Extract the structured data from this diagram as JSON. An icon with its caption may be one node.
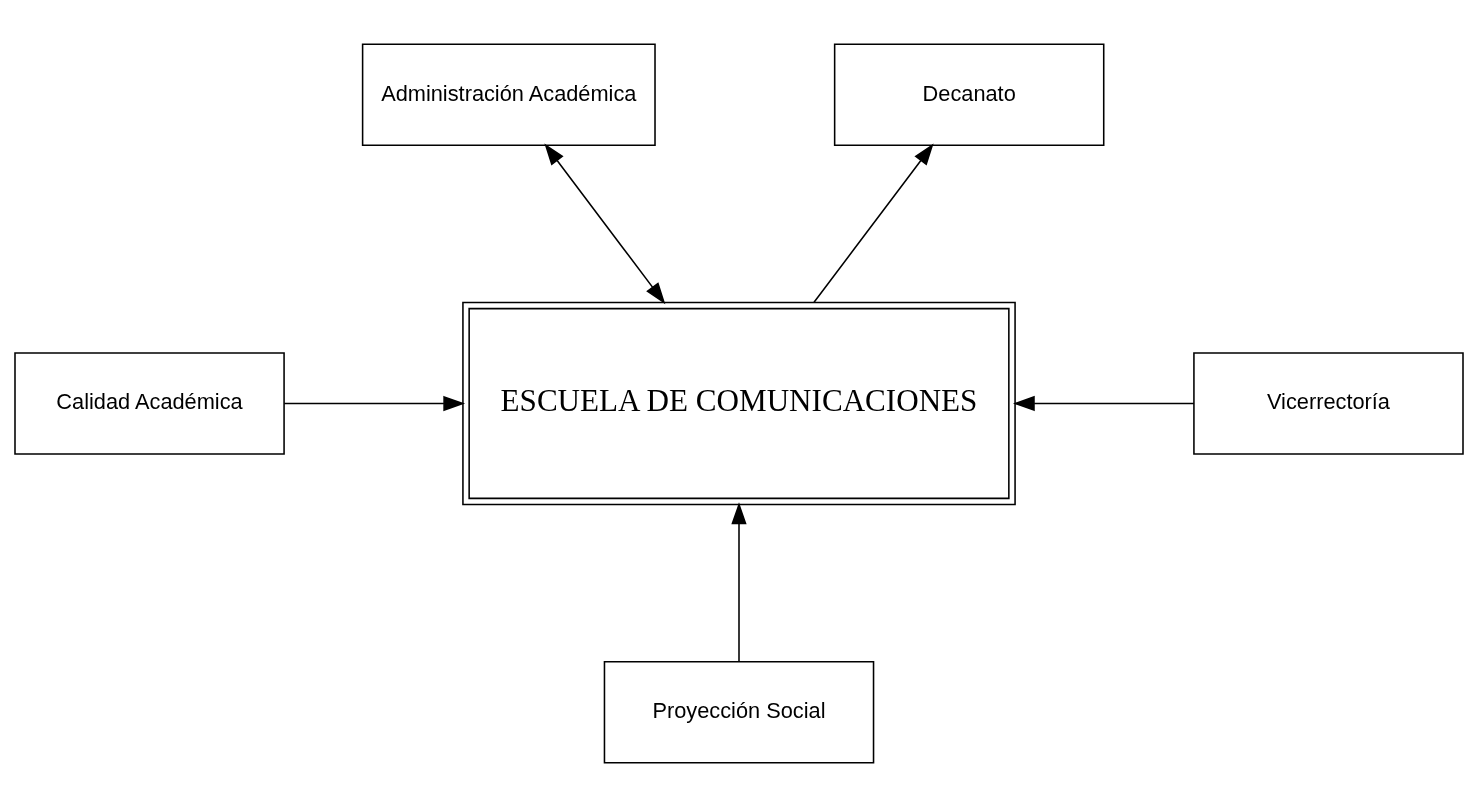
{
  "diagram": {
    "nodes": [
      {
        "text": [
          "Administración Académica"
        ]
      },
      {
        "text": [
          "Decanato"
        ]
      },
      {
        "text": [
          "Calidad Académica"
        ]
      },
      {
        "text": [
          "ESCUELA DE COMUNICACIONES"
        ]
      },
      {
        "text": [
          "Vicerrectoría"
        ]
      },
      {
        "text": [
          "Proyección Social"
        ]
      }
    ],
    "edges": [
      {
        "from": 0,
        "to": 3,
        "arrow": "both"
      },
      {
        "from": 3,
        "to": 1,
        "arrow": "to"
      },
      {
        "from": 2,
        "to": 3,
        "arrow": "to"
      },
      {
        "from": 4,
        "to": 3,
        "arrow": "to"
      },
      {
        "from": 5,
        "to": 3,
        "arrow": "to"
      }
    ]
  }
}
